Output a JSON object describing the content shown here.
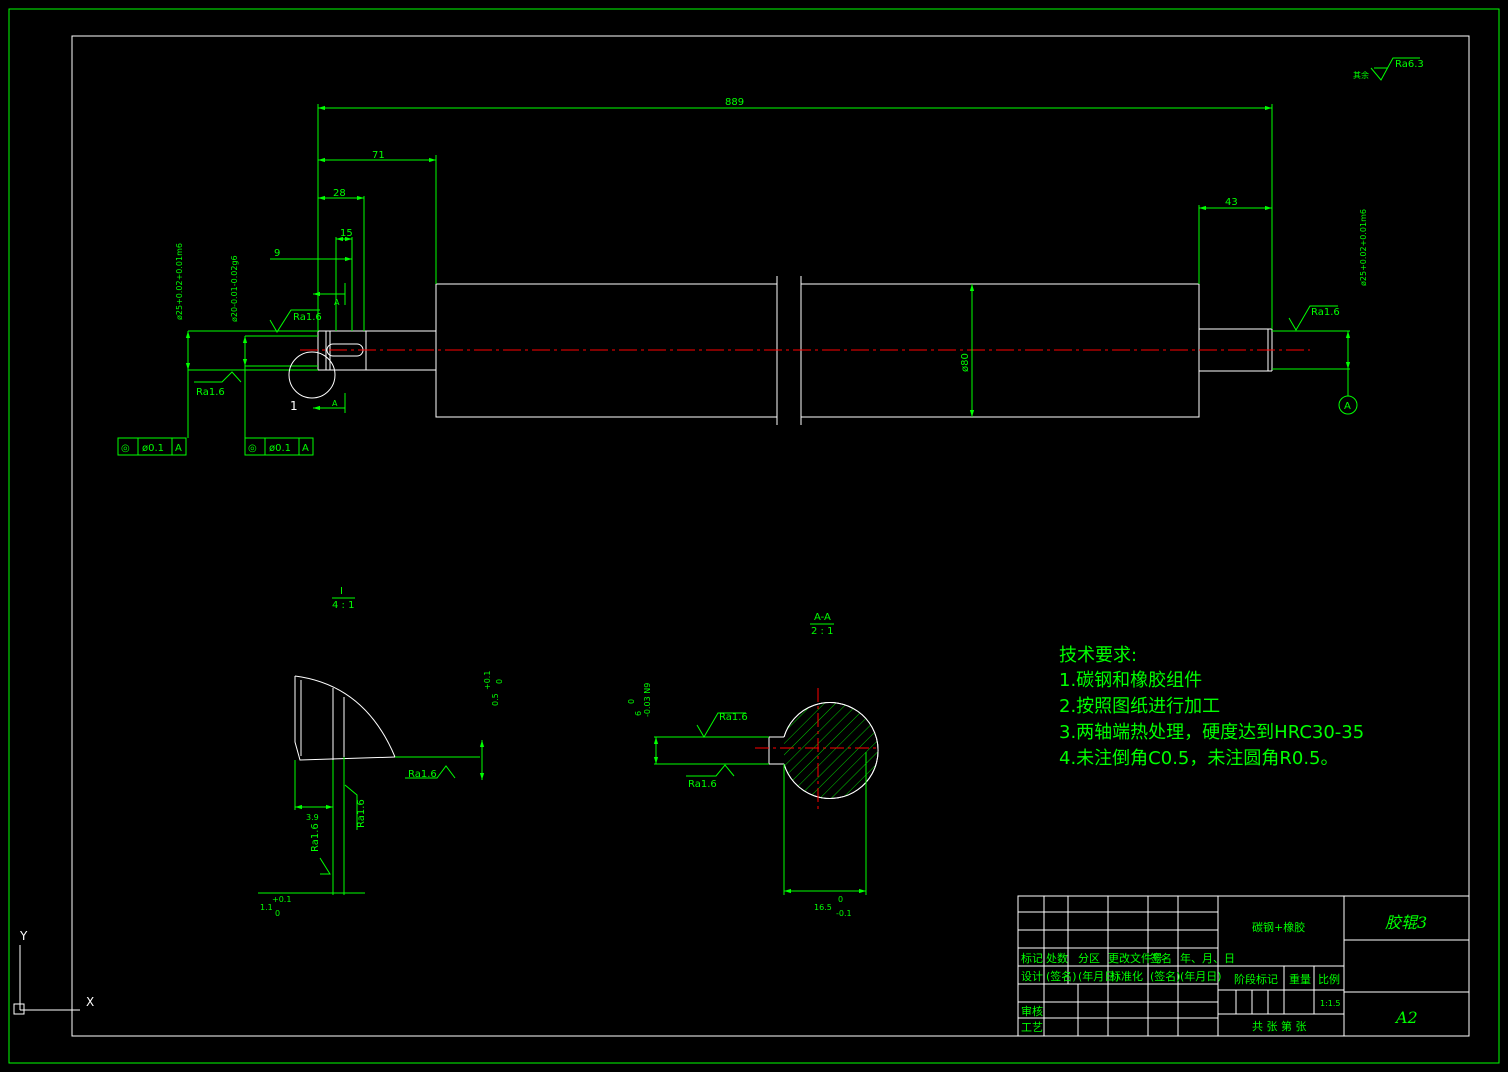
{
  "roughness": {
    "rest_label": "其余",
    "rest_value": "Ra6.3",
    "ra16": "Ra1.6"
  },
  "dimensions": {
    "total": "889",
    "d71": "71",
    "d28": "28",
    "d15": "15",
    "d9": "9",
    "d43": "43",
    "dia80": "ø80",
    "dia25_left": "ø25+0.02+0.01m6",
    "dia20": "ø20-0.01-0.02g6",
    "dia25_right": "ø25+0.02+0.01m6",
    "d39": "3.9",
    "d11": "1.1",
    "d11_tol_up": "+0.1",
    "d11_tol_low": "0",
    "d05": "0.5",
    "d05_tol_up": "+0.1",
    "d05_tol_low": "0",
    "d6": "6",
    "d6_tol": "-0.03 N9",
    "d6_tol_up": "0",
    "d165": "16.5",
    "d165_tol_up": "0",
    "d165_tol_low": "-0.1"
  },
  "tolerance_frame": {
    "symbol": "◎",
    "value": "ø0.1",
    "datum": "A"
  },
  "datum": "A",
  "section_mark": "A",
  "detail_mark": "1",
  "detail_view": {
    "label": "I",
    "scale": "4 : 1"
  },
  "section_view": {
    "label": "A-A",
    "scale": "2 : 1"
  },
  "tech_requirements": {
    "title": "技术要求:",
    "items": [
      "1.碳钢和橡胶组件",
      "2.按照图纸进行加工",
      "3.两轴端热处理，硬度达到HRC30-35",
      "4.未注倒角C0.5，未注圆角R0.5。"
    ]
  },
  "title_block": {
    "material": "碳钢+橡胶",
    "part_name": "胶辊3",
    "sheet_size": "A2",
    "scale_value": "1:1.5",
    "row_labels": [
      "标记",
      "处数",
      "分区",
      "更改文件号",
      "签名",
      "年、月、日"
    ],
    "design_row": [
      "设计",
      "(签名)",
      "(年月日)",
      "标准化",
      "(签名)",
      "(年月日)"
    ],
    "stage_label": "阶段标记",
    "weight_label": "重量",
    "scale_label": "比例",
    "review_label": "审核",
    "process_label": "工艺",
    "sheets_label": "共  张  第  张"
  },
  "ucs": {
    "x": "X",
    "y": "Y"
  }
}
